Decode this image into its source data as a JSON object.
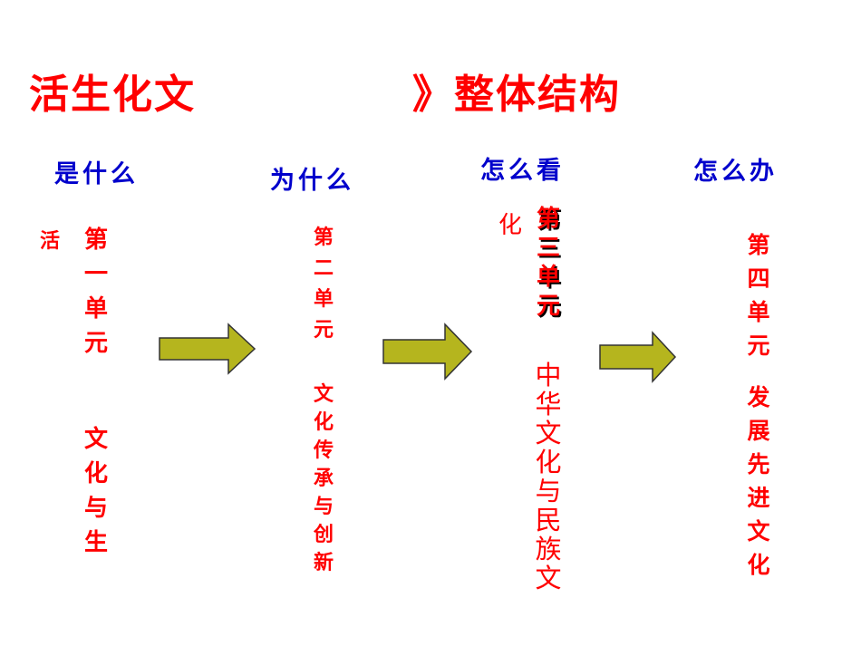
{
  "title": {
    "left": "活生化文",
    "right": "》整体结构"
  },
  "headers": [
    "是什么",
    "为什么",
    "怎么看",
    "怎么办"
  ],
  "columns": [
    {
      "side": "活",
      "unit": "第一单元",
      "topic": "文化与生"
    },
    {
      "unit": "第二单元",
      "topic": "文化传承与创新"
    },
    {
      "side": "化",
      "unit": "第三单元",
      "topic": "中华文化与民族文"
    },
    {
      "unit": "第四单元",
      "topic": "发展先进文化"
    }
  ],
  "colors": {
    "title": "#ff0000",
    "header": "#0000cc",
    "arrow": "#b5b51e"
  }
}
